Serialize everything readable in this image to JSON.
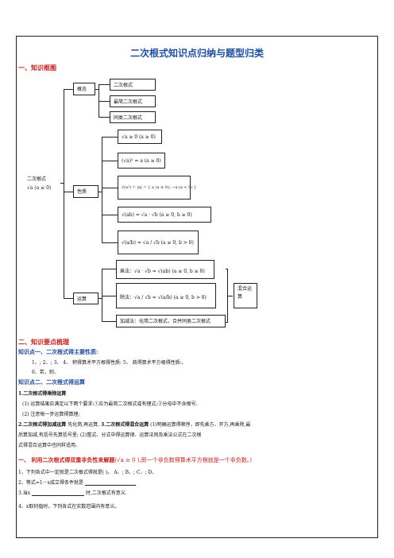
{
  "title": "二次根式知识点归纳与题型归类",
  "section1": {
    "heading": "一、知识框图"
  },
  "diagram": {
    "root_label": "二次根式",
    "root_formula": "√a (a ≥ 0)",
    "concept": {
      "label": "概念",
      "items": [
        "二次根式",
        "最简二次根式",
        "同类二次根式"
      ]
    },
    "properties": {
      "label": "性质",
      "items": [
        "√a ≥ 0 (a ≥ 0)",
        "(√a)² = a (a ≥ 0)",
        "√(a²) = |a| = { a (a ≥ 0); −a (a < 0) }",
        "√(ab) = √a · √b (a ≥ 0, b ≥ 0)",
        "√(a/b) = √a / √b (a ≥ 0, b > 0)"
      ]
    },
    "operations": {
      "label": "运算",
      "items": [
        "乘法：√a · √b = √(ab) (a ≥ 0, b ≥ 0)",
        "除法：√a / √b = √(a/b) (a ≥ 0, b > 0)",
        "加减法：化简二次根式，合并同类二次根式"
      ],
      "mixed": "混合运算"
    }
  },
  "section2": {
    "heading": "二、知识要点梳理",
    "point1_title": "知识点一、二次根式得主要性质:",
    "point1_line1": "1、;     2、;     3、     4、   积得算术平方根得性质:     5、   商得算术平方根得性质:、",
    "point1_line2": "6、若，则、",
    "point2_title": "知识点二、二次根式得运算",
    "sub1_title": "1.二次根式得乘除运算",
    "sub1_line1": "(1) 运算结果应满足以下两个要求:①应为最简二次根式或有理式;②分母中不含根号、",
    "sub1_line2": "(2)  注意每一步运算得算理;",
    "sub2_line1_a": "2.二次根式得加减运算",
    "sub2_line1_b": "先化简,再运算,",
    "sub2_line1_c": "3.二次根式得混合运算",
    "sub2_line1_d": "(1)明确运算得顺序，即先乘方、开方,再乘除,最",
    "sub2_line2": "后算加减,有括号先算括号里;                              (2)整式、分式中得运算律、运算法则及乘法公式在二次根",
    "sub2_line3": "式得混合运算中也同样适用、"
  },
  "section3": {
    "heading": "一、  利用二次根式得双重非负性来解题",
    "heading_note": "(√a ≥ 0 ),即一个非负数得算术平方根就是一个非负数。)",
    "q1": "1、下列各式中一定就是二次根式得就是(            )。  A、;   B、;         C、;       D、",
    "q2": "2、等式=1－x成立得条件就是",
    "q3a": "3.当x",
    "q3b": "时,二次根式有意义.",
    "q4": "4、x取何值时，下列各式在实数范围内有意义。"
  }
}
